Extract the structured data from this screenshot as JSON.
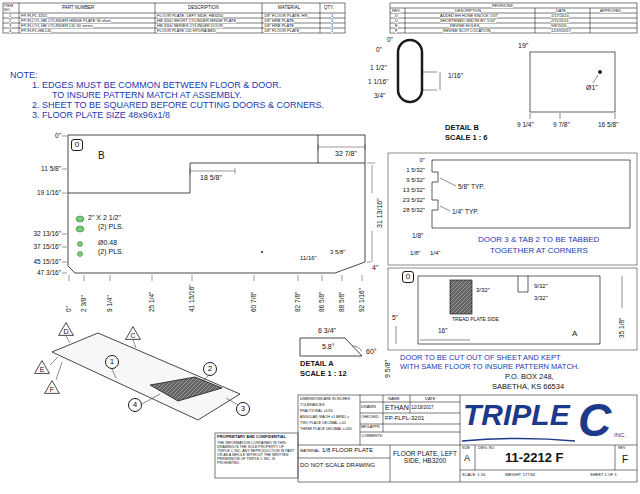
{
  "diagram": {
    "nodes": [
      {
        "text": [
          "0"
        ]
      },
      {
        "text": [
          "0"
        ]
      },
      {
        "text": [
          "D"
        ]
      },
      {
        "text": [
          "C"
        ]
      },
      {
        "text": [
          "E"
        ]
      },
      {
        "text": [
          "F"
        ]
      },
      {
        "text": [
          "1"
        ]
      },
      {
        "text": [
          "2"
        ]
      },
      {
        "text": [
          "3"
        ]
      },
      {
        "text": [
          "4"
        ]
      }
    ],
    "labels": [
      "ITEM NO.",
      "PART NUMBER",
      "DESCRIPTION",
      "MATERIAL",
      "QTY.",
      "1",
      "FP-FLPL-3201",
      "FLOOR PLATE, LEFT SIDE, HB3200",
      "1/8\" FLOOR PLATE, HR",
      "1",
      "2",
      "FP-FLCYL-HB CYLINDER HINGE PLATE 30 short",
      "HB 3200 SHORT CYLINDER HINGE PLATE",
      "1/8\" HRB PLATE",
      "1",
      "3",
      "FP-FLCYL-HB CYLINDER LID 30 series",
      "HB 3200 SERIES CYLINDER DOOR",
      "1/8\" HRB PLATE",
      "1",
      "4",
      "FP-FLPL-HB-LID",
      "FLOOR PLATE LID HYDRA BED",
      "1/8\" FLOOR PLATE",
      "1",
      "REVISIONS",
      "REV.",
      "DESCRIPTION",
      "DATE",
      "APPROVED",
      "D",
      "ADDED EH HOSE KNOCK OUT",
      "1/17/2014",
      "D",
      "SHORTENED WIDTH BY 1/16\"",
      "2/11/2014",
      "E",
      "REVISE HOLES",
      "9/8/2016",
      "F",
      "REVISE SLOT LOCATION",
      "12/19/2017",
      "NOTE:",
      "1. EDGES MUST BE COMMON BETWEEN FLOOR & DOOR.",
      "TO INSURE PATTERN MATCH AT ASSEMBLY.",
      "2. SHEET TO BE SQUARED BEFORE CUTTING DOORS & CORNERS.",
      "3. FLOOR PLATE SIZE 48x96x1/8",
      "B",
      "0\"",
      "11 5/8\"",
      "19 1/16\"",
      "32 13/16\"",
      "37 15/16\"",
      "45 15/16\"",
      "47 3/16\"",
      "0\"",
      "2 3/8\"",
      "9 1/4\"",
      "25 1/4\"",
      "41 15/16\"",
      "60 7/8\"",
      "82 7/8\"",
      "86 5/8\"",
      "88 5/8\"",
      "92 1/16\"",
      "2\" X 2 1/2\"",
      "(2) PLS.",
      "Ø0.48",
      "(2) PLS.",
      "18 5/8\"",
      "32 7/8\"",
      "31 13/16\"",
      "4\"",
      "11/16\"",
      "3 5/8\"",
      "6 3/4\"",
      "5.8°",
      "60°",
      "DETAIL A",
      "SCALE 1 : 12",
      "9 5/8\"",
      "0\"",
      "0\"",
      "1 1/2\"",
      "1 1/16\"",
      "3/4\"",
      "1/16\"",
      "DETAIL B",
      "SCALE 1 : 6",
      "19\"",
      "Ø1\"",
      "9 1/4\"",
      "9 7/8\"",
      "16 5/8\"",
      "0\"",
      "1 5/32\"",
      "9 5/32\"",
      "13 5/32\"",
      "23 5/32\"",
      "28 5/32\"",
      "5/8\" TYP.",
      "1/4\" TYP.",
      "1/8\"",
      "1/8\"",
      "1/4\"",
      "DOOR 3 & TAB 2 TO BE TABBED",
      "TOGETHER AT CORNERS",
      "3/32\"",
      "9/32\"",
      "3/32\"",
      "TREAD PLATE SIDE",
      "16\"",
      "A",
      "35 1/8\"",
      "5\"",
      "DOOR TO BE CUT OUT OF SHEET AND KEPT",
      "WITH SAME FLOOR TO INSURE PATTERN MATCH.",
      "P.O. BOX 248,",
      "SABETHA, KS 66534",
      "DIMENSIONS ARE IN INCHES",
      "TOLERANCES:",
      "FRACTIONAL ±1/16",
      "ANGULAR: MACH ±1 BEND ±",
      "TWO PLACE DECIMAL ±.01",
      "THREE PLACE DECIMAL ±.005",
      "NAME",
      "DATE",
      "DRAWN",
      "ETHAN",
      "12/18/2017",
      "CHECKED",
      "FP-FLPL-3201",
      "MFG APPR.",
      "COMMENTS:",
      "MATERIAL",
      "1/8 FLOOR PLATE",
      "DO NOT SCALE DRAWING",
      "PROPRIETARY AND CONFIDENTIAL",
      "THE INFORMATION CONTAINED IN THIS DRAWING IS THE SOLE PROPERTY OF TRIPLE C INC. ANY REPRODUCTION IN PART OR AS A WHOLE WITHOUT THE WRITTEN PERMISSION OF TRIPLE C INC. IS PROHIBITED.",
      "FLOOR PLATE, LEFT SIDE, HB3200",
      "TRIPLE",
      "C",
      "INC.",
      "SIZE",
      "A",
      "DWG. NO.",
      "11-2212 F",
      "REV",
      "F",
      "SCALE: 1:16",
      "WEIGHT: 177.84",
      "SHEET 1 OF 1"
    ]
  }
}
